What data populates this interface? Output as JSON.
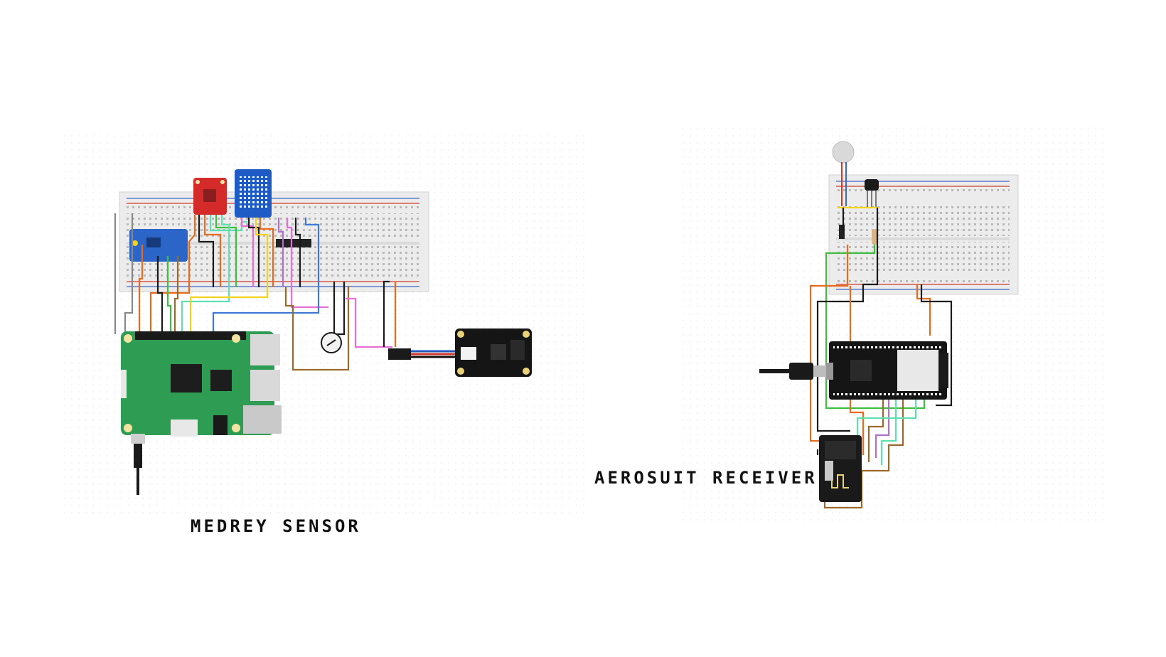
{
  "circuits": {
    "left": {
      "caption": "MEDREY SENSOR"
    },
    "right": {
      "caption": "AEROSUIT RECEIVER"
    }
  },
  "colors": {
    "breadboard": "#e9e9e9",
    "rail_red": "#d43a2a",
    "rail_blue": "#3b66c4",
    "raspberry_pi": "#2e9c52",
    "esp32": "#151515",
    "sensor_red": "#d52a2a",
    "matrix_blue": "#1f5bc4",
    "adc_blue": "#2c65c8",
    "wire_orange": "#e76a1d",
    "wire_black": "#1a1a1a",
    "wire_green": "#3fbf3f",
    "wire_mint": "#5fe0b0",
    "wire_violet": "#b06fcf",
    "wire_pink": "#e96fd8",
    "wire_brown": "#9b6a2a",
    "wire_yellow": "#f2d21b",
    "wire_blue": "#3f78d8",
    "wire_grey": "#888888"
  },
  "icons": [
    "raspberry-pi-board",
    "esp32-board",
    "nrf24-module",
    "audio-amplifier-module",
    "led-matrix",
    "accelerometer-module",
    "adc-module",
    "pressure-sensor",
    "temperature-sensor",
    "usb-cable"
  ]
}
